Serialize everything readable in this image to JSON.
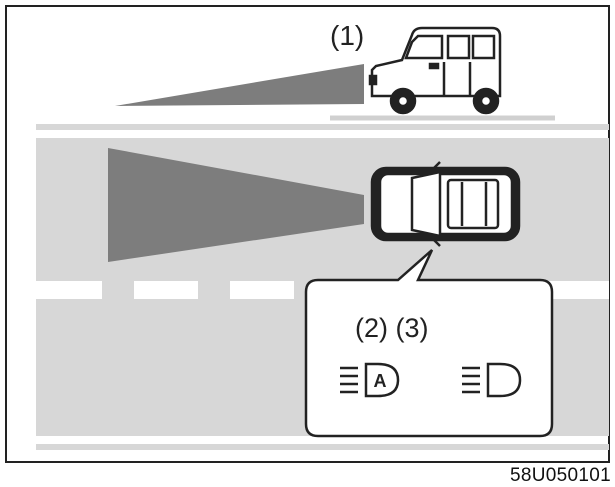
{
  "labels": {
    "oncoming_vehicle": "(1)",
    "indicators": "(2) (3)"
  },
  "figure_code": "58U050101",
  "icons": [
    "auto-headlight-icon",
    "low-beam-headlight-icon"
  ],
  "colors": {
    "frame": "#222222",
    "road": "#d7d7d7",
    "beam": "#808080",
    "lines": "#ffffff",
    "callout_bg": "#ffffff"
  }
}
